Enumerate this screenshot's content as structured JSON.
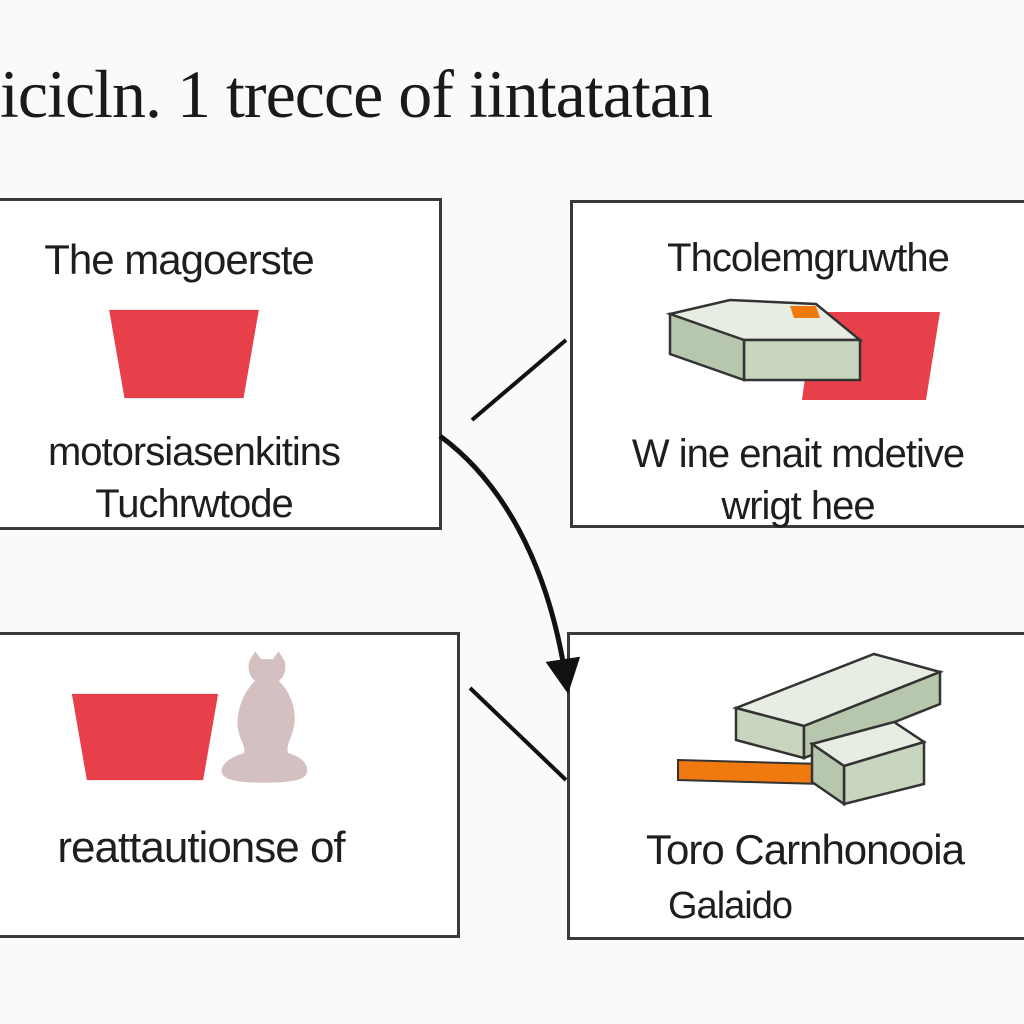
{
  "title": "icicln. 1 trecce of iintatatan",
  "colors": {
    "accent_red": "#e8404a",
    "accent_orange": "#f07a10",
    "block_green": "#c8d6c0",
    "figure_pink": "#d4c0c0",
    "arrow": "#111111"
  },
  "cards": [
    {
      "heading": "The magoerste",
      "lines": [
        "motorsiasenkitins",
        "Tuchrwtode"
      ]
    },
    {
      "heading": "Thcolemgruwthe",
      "lines": [
        "W ine enait mdetive",
        "wrigt hee"
      ]
    },
    {
      "heading": "",
      "lines": [
        "reattautionse of"
      ]
    },
    {
      "heading": "",
      "lines": [
        "Toro Carnhonooia",
        "Galaido"
      ]
    }
  ]
}
